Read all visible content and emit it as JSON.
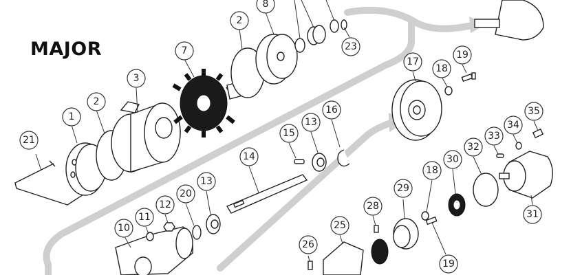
{
  "title": "MAJOR",
  "callouts": [
    {
      "label": "1"
    },
    {
      "label": "2"
    },
    {
      "label": "3"
    },
    {
      "label": "2"
    },
    {
      "label": "7"
    },
    {
      "label": "8"
    },
    {
      "label": "23"
    },
    {
      "label": "21"
    },
    {
      "label": "17"
    },
    {
      "label": "18"
    },
    {
      "label": "19"
    },
    {
      "label": "15"
    },
    {
      "label": "13"
    },
    {
      "label": "16"
    },
    {
      "label": "14"
    },
    {
      "label": "20"
    },
    {
      "label": "13"
    },
    {
      "label": "10"
    },
    {
      "label": "11"
    },
    {
      "label": "12"
    },
    {
      "label": "25"
    },
    {
      "label": "26"
    },
    {
      "label": "28"
    },
    {
      "label": "29"
    },
    {
      "label": "18"
    },
    {
      "label": "19"
    },
    {
      "label": "30"
    },
    {
      "label": "32"
    },
    {
      "label": "33"
    },
    {
      "label": "34"
    },
    {
      "label": "35"
    },
    {
      "label": "31"
    }
  ]
}
